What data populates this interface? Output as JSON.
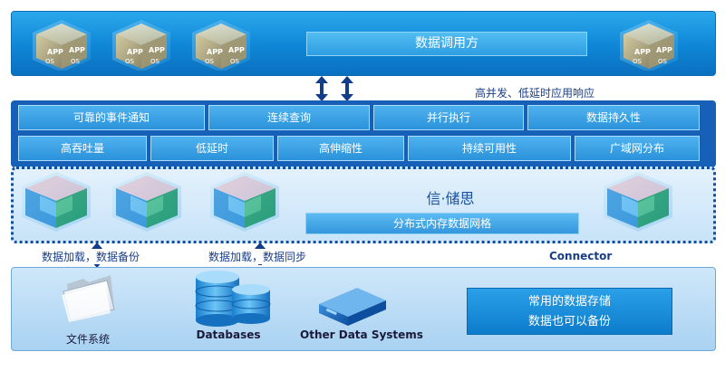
{
  "top": {
    "consumer_label": "数据调用方",
    "app_icons": [
      "app-cube-icon",
      "app-cube-icon",
      "app-cube-icon",
      "app-cube-icon"
    ],
    "cube_text_app": "APP",
    "cube_text_os": "OS"
  },
  "annotation_concurrency": "高并发、低延时应用响应",
  "features_row1": [
    "可靠的事件通知",
    "连续查询",
    "并行执行",
    "数据持久性"
  ],
  "features_row2": [
    "高吞吐量",
    "低延时",
    "高伸缩性",
    "持续可用性",
    "广域网分布"
  ],
  "grid": {
    "title": "信·储思",
    "subtitle": "分布式内存数据网格",
    "connector": "Connector"
  },
  "flows": {
    "left": "数据加载，数据备份",
    "middle": "数据加载，数据同步"
  },
  "storage": {
    "file_system": "文件系统",
    "databases": "Databases",
    "other": "Other Data Systems",
    "note_line1": "常用的数据存储",
    "note_line2": "数据也可以备份"
  },
  "colors": {
    "primary_blue": "#0f86d6",
    "dark_blue": "#1760b8",
    "light_blue": "#c8e3f8"
  }
}
